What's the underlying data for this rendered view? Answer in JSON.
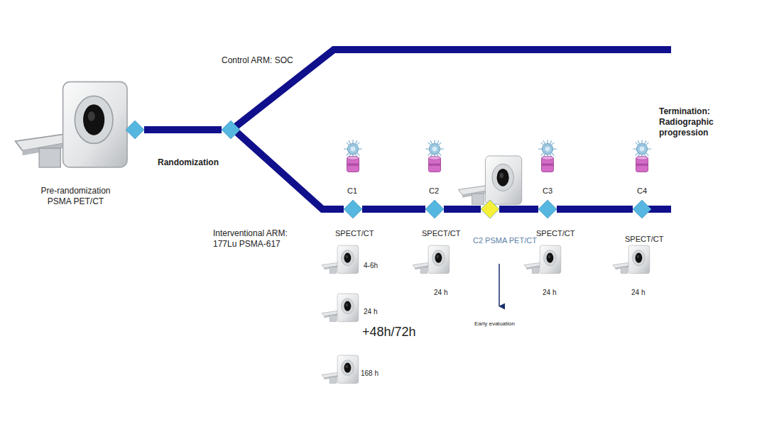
{
  "diagram": {
    "nodes": [
      {
        "text": [
          "Pre-randomization PSMA PET/CT"
        ]
      },
      {
        "text": [
          "Randomization"
        ]
      },
      {
        "text": [
          "C1",
          "SPECT/CT"
        ]
      },
      {
        "text": [
          "C2",
          "SPECT/CT"
        ]
      },
      {
        "text": [
          "C2 PSMA PET/CT"
        ]
      },
      {
        "text": [
          "C3",
          "SPECT/CT"
        ]
      },
      {
        "text": [
          "C4",
          "SPECT/CT"
        ]
      }
    ],
    "edges": [
      {
        "from": 0,
        "to": 1,
        "arrow": "none"
      },
      {
        "from": 1,
        "to": 2,
        "arrow": "none"
      },
      {
        "from": 2,
        "to": 3,
        "arrow": "none"
      },
      {
        "from": 3,
        "to": 4,
        "arrow": "none"
      },
      {
        "from": 4,
        "to": 5,
        "arrow": "none"
      },
      {
        "from": 5,
        "to": 6,
        "arrow": "none"
      }
    ],
    "labels": [
      "Control ARM: SOC",
      "Interventional ARM: 177Lu PSMA-617",
      "4-6h",
      "24 h",
      "+48h/72h",
      "168 h",
      "24 h",
      "24 h",
      "24 h",
      "Early evaluation",
      "Termination: Radiographic progression"
    ]
  }
}
